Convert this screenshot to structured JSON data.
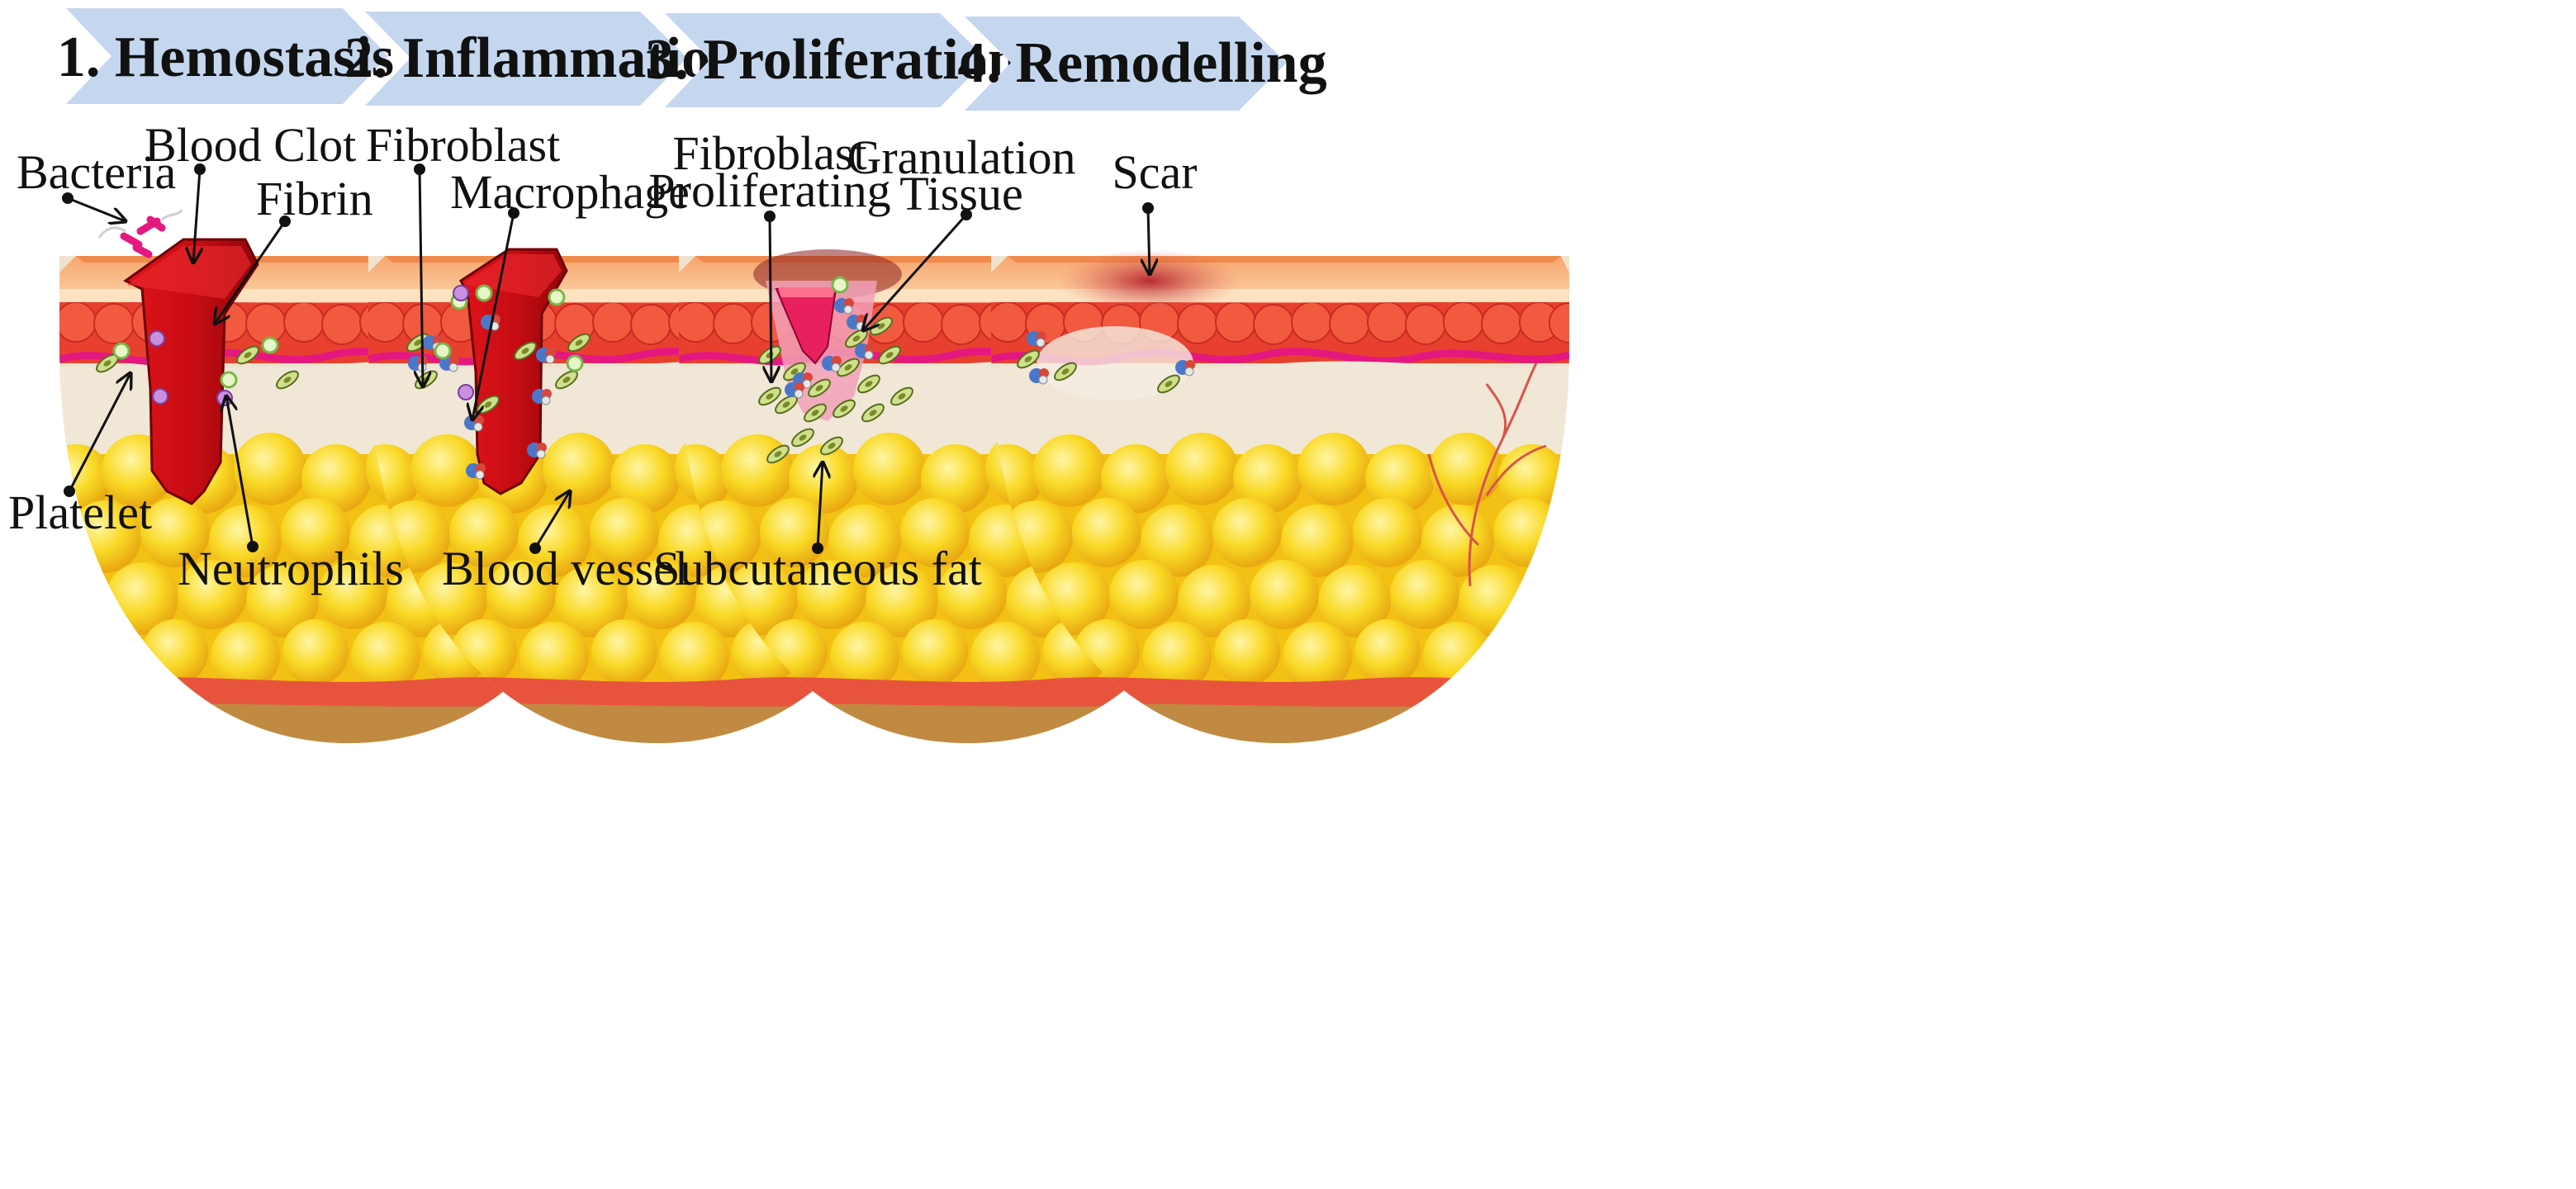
{
  "stages": [
    {
      "label": "1. Hemostasis"
    },
    {
      "label": "2. Inflammation"
    },
    {
      "label": "3. Proliferation"
    },
    {
      "label": "4. Remodelling"
    }
  ],
  "labels": {
    "bacteria": "Bacteria",
    "blood_clot": "Blood Clot",
    "fibrin": "Fibrin",
    "platelet": "Platelet",
    "neutrophils": "Neutrophils",
    "fibroblast": "Fibroblast",
    "macrophage": "Macrophage",
    "blood_vessel": "Blood vessel",
    "fibroblast_proliferating_1": "Fibroblast",
    "fibroblast_proliferating_2": "Proliferating",
    "granulation_tissue_1": "Granulation",
    "granulation_tissue_2": "Tissue",
    "subcutaneous_fat": "Subcutaneous fat",
    "scar": "Scar"
  },
  "colors": {
    "chevron_fill": "#c5d7ef",
    "epidermis": "#f6b07e",
    "dermis_red": "#e8402f",
    "pink_line": "#e4187f",
    "dermis_cream": "#efe3cf",
    "fat_yellow": "#f7d21c",
    "deep_muscle": "#e8533e",
    "deep_brown": "#c18a43",
    "clot": "#c70d12",
    "granulation": "#f2a0b8",
    "scar": "#b3242f"
  },
  "icons": [
    "bacteria-icon",
    "platelet-icon",
    "neutrophil-icon",
    "fibroblast-icon",
    "macrophage-icon"
  ]
}
